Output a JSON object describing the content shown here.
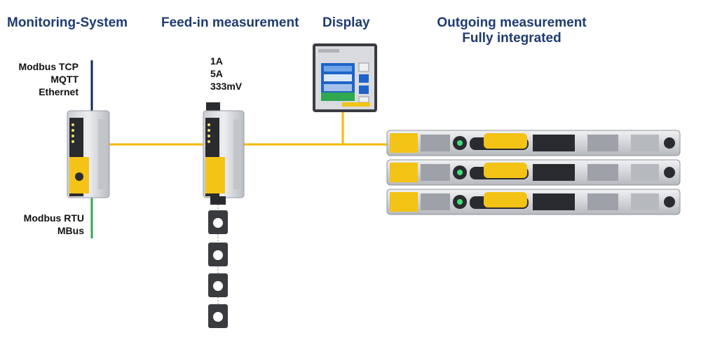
{
  "titles": {
    "monitoring": "Monitoring-System",
    "feedin": "Feed-in measurement",
    "display": "Display",
    "outgoing_line1": "Outgoing measurement",
    "outgoing_line2": "Fully integrated"
  },
  "labels": {
    "top_protocols": [
      "Modbus TCP",
      "MQTT",
      "Ethernet"
    ],
    "bottom_protocols": [
      "Modbus RTU",
      "MBus"
    ],
    "feedin_ratings": [
      "1A",
      "5A",
      "333mV"
    ]
  },
  "colors": {
    "title": "#1f3b73",
    "bus_line": "#f6b800",
    "ethernet_line": "#0f2a5c",
    "rtu_line": "#2fa84f",
    "device_accent": "#f3c316",
    "device_body": "#d8dade"
  },
  "icons": [
    "monitoring-module-device",
    "feedin-module-device",
    "current-transformer",
    "display-panel-device",
    "fuse-switch-disconnector"
  ]
}
